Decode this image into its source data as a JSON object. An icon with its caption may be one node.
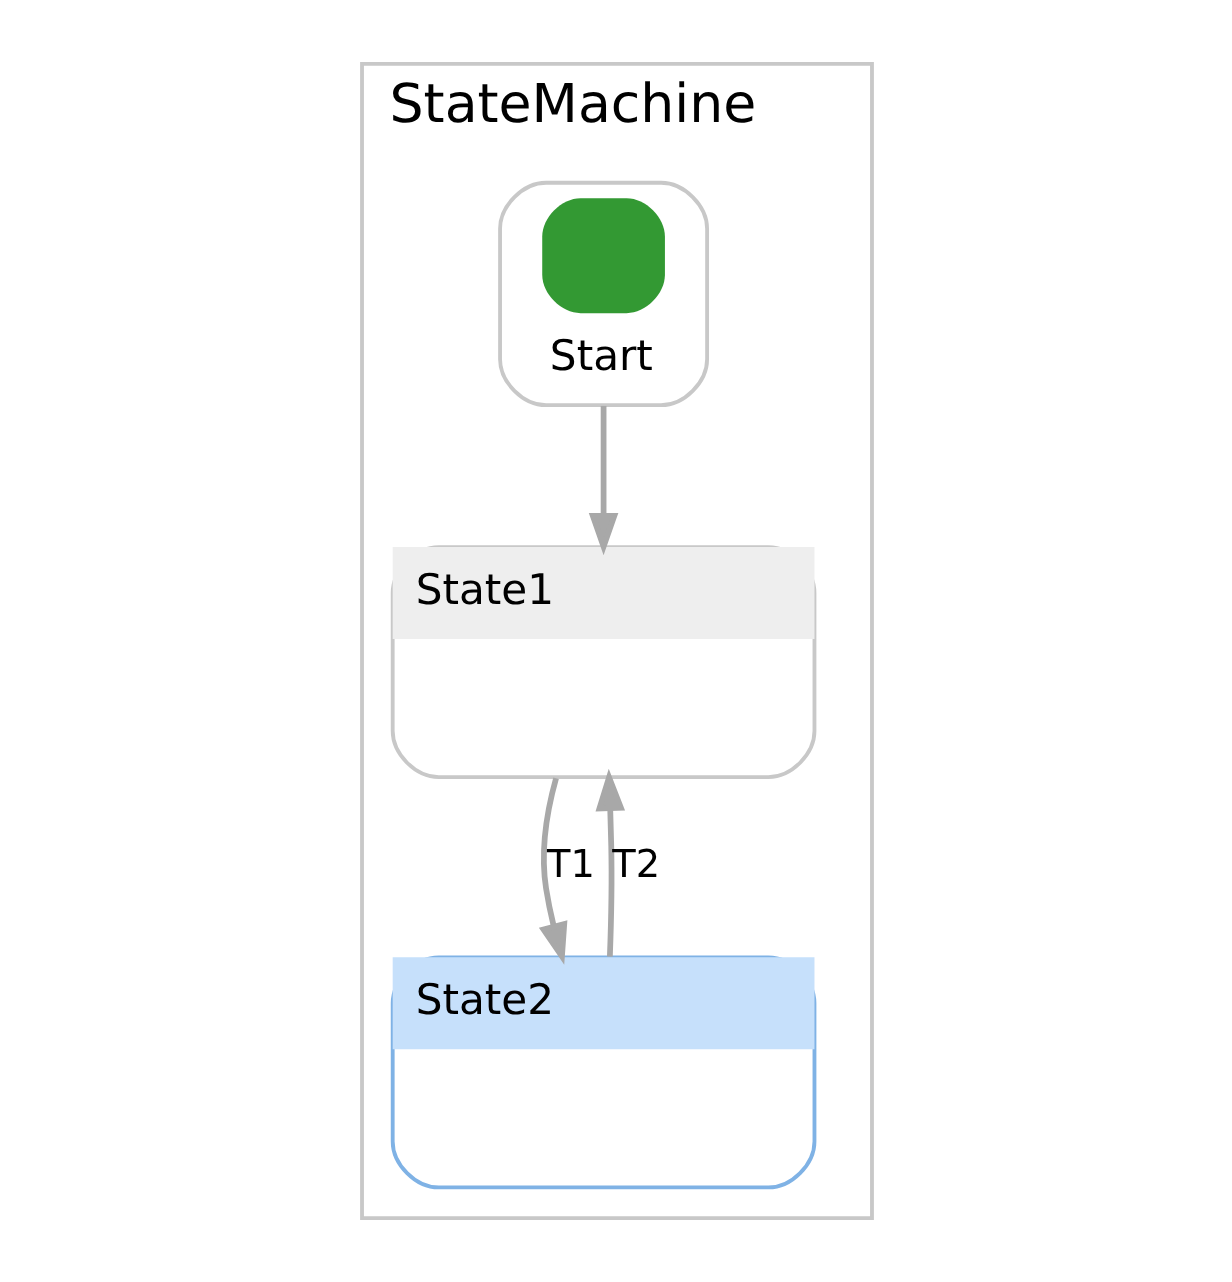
{
  "diagram": {
    "nodes": [
      {
        "text": [
          "StateMachine"
        ]
      },
      {
        "text": [
          "Start"
        ],
        "in": 0
      },
      {
        "text": [
          "State1"
        ],
        "in": 0
      },
      {
        "text": [
          "State2"
        ],
        "in": 0
      }
    ],
    "edges": [
      {
        "from": 1,
        "to": 2,
        "arrow": "to"
      },
      {
        "from": 2,
        "to": 3,
        "label": "T1",
        "arrow": "to"
      },
      {
        "from": 3,
        "to": 2,
        "label": "T2",
        "arrow": "to"
      }
    ]
  }
}
